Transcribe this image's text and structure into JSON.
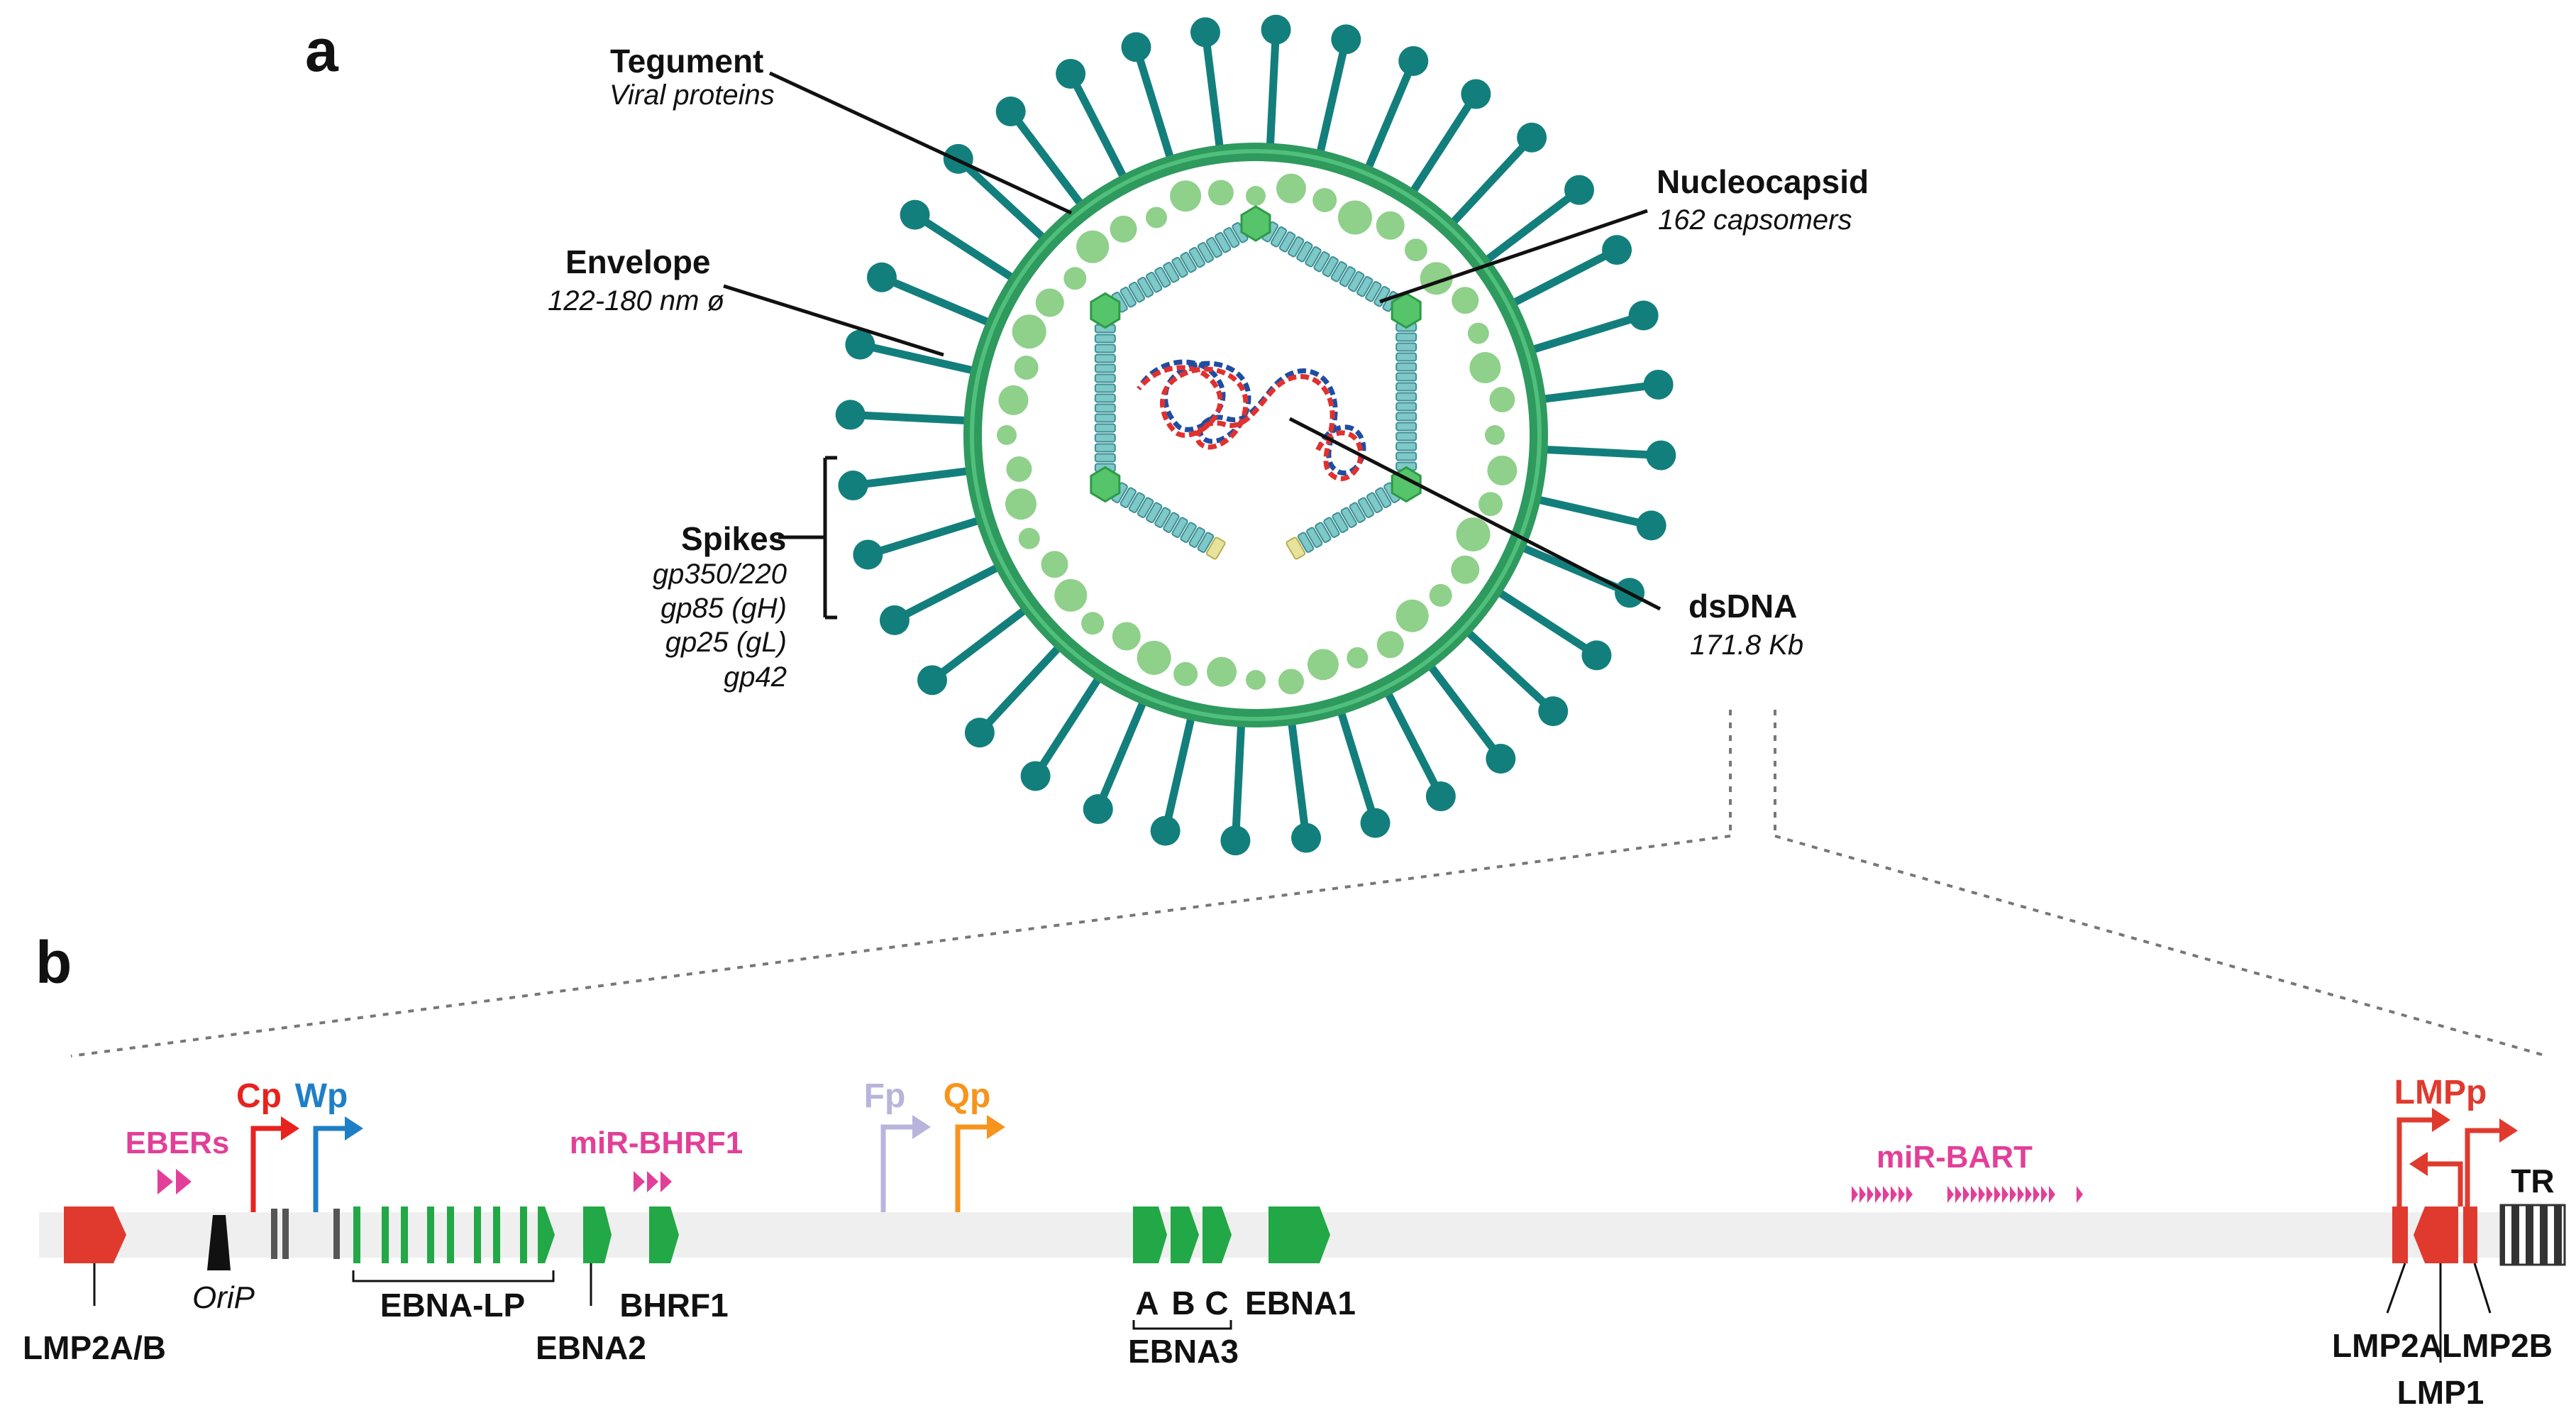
{
  "panel_a": {
    "label": "a",
    "tegument": {
      "title": "Tegument",
      "sub": "Viral proteins"
    },
    "nucleocapsid": {
      "title": "Nucleocapsid",
      "sub": "162 capsomers"
    },
    "envelope": {
      "title": "Envelope",
      "sub": "122-180 nm ø"
    },
    "spikes": {
      "title": "Spikes",
      "items": [
        "gp350/220",
        "gp85 (gH)",
        "gp25 (gL)",
        "gp42"
      ]
    },
    "dsdna": {
      "title": "dsDNA",
      "sub": "171.8 Kb"
    }
  },
  "panel_b": {
    "label": "b",
    "genes": {
      "lmp2ab": "LMP2A/B",
      "orip": "OriP",
      "ebna_lp": "EBNA-LP",
      "ebna2": "EBNA2",
      "bhrf1": "BHRF1",
      "ebna3_a": "A",
      "ebna3_b": "B",
      "ebna3_c": "C",
      "ebna3": "EBNA3",
      "ebna1": "EBNA1",
      "lmp2a": "LMP2A",
      "lmp1": "LMP1",
      "lmp2b": "LMP2B",
      "tr": "TR"
    },
    "promoters": {
      "cp": "Cp",
      "wp": "Wp",
      "fp": "Fp",
      "qp": "Qp",
      "lmpp": "LMPp"
    },
    "rnas": {
      "ebers": "EBERs",
      "mir_bhrf1": "miR-BHRF1",
      "mir_bart": "miR-BART"
    }
  },
  "colors": {
    "virion_green": "#2e9a5e",
    "spike_teal": "#137f7c",
    "tegument_dots": "#8fd08a",
    "capsomer": "#7fc8c8",
    "gene_green": "#22a846",
    "lmp_red": "#e03a2f",
    "cp_red": "#e8221e",
    "wp_blue": "#1f7fc6",
    "fp_lavender": "#b8b4dc",
    "qp_orange": "#f7941d",
    "mirna_pink": "#e23f98",
    "genome_bar": "#efefef"
  }
}
